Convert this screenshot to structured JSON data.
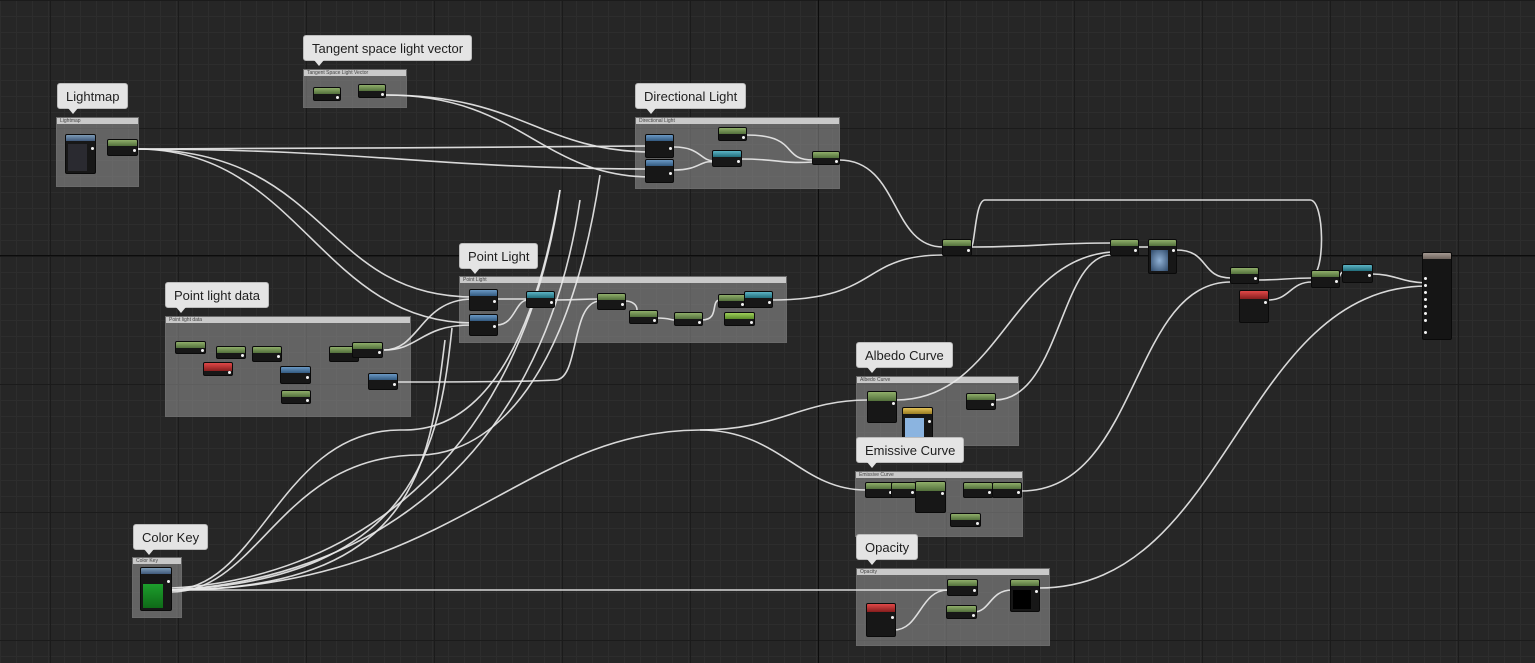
{
  "comments": {
    "tangent": {
      "label": "Tangent space light vector",
      "bar": "Tangent Space Light Vector"
    },
    "lightmap": {
      "label": "Lightmap",
      "bar": "Lightmap"
    },
    "directional": {
      "label": "Directional Light",
      "bar": "Directional Light"
    },
    "pointlight": {
      "label": "Point Light",
      "bar": "Point Light"
    },
    "pointdata": {
      "label": "Point light data",
      "bar": "Point light data"
    },
    "albedo": {
      "label": "Albedo Curve",
      "bar": "Albedo Curve"
    },
    "emissive": {
      "label": "Emissive Curve",
      "bar": "Emissive Curve"
    },
    "colorkey": {
      "label": "Color Key",
      "bar": "Color Key"
    },
    "opacity": {
      "label": "Opacity",
      "bar": "Opacity"
    }
  },
  "colors": {
    "background": "#262626",
    "wire": "#e8e8e8",
    "comment_fill": "#969696",
    "bubble": "#e4e4e4"
  }
}
